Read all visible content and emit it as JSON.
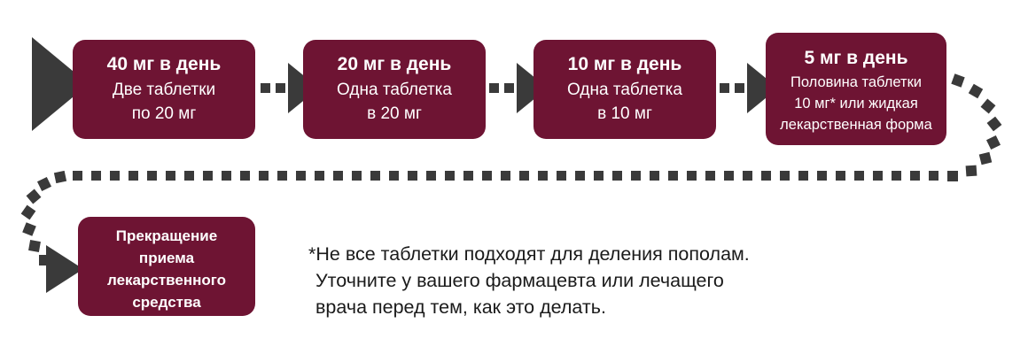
{
  "colors": {
    "box_fill": "#6E1433",
    "arrow_dark": "#3A3A3A",
    "text_on_box": "#FFFFFF",
    "footnote_text": "#1A1A1A",
    "background": "#FFFFFF"
  },
  "diagram": {
    "type": "flowchart",
    "title_semantic": "medication-tapering-schedule",
    "steps": [
      {
        "id": "step-40mg",
        "title": "40 мг в день",
        "lines": [
          "Две таблетки",
          "по 20 мг"
        ]
      },
      {
        "id": "step-20mg",
        "title": "20 мг в день",
        "lines": [
          "Одна таблетка",
          "в 20 мг"
        ]
      },
      {
        "id": "step-10mg",
        "title": "10 мг в день",
        "lines": [
          "Одна таблетка",
          "в 10 мг"
        ]
      },
      {
        "id": "step-5mg",
        "title": "5 мг в день",
        "lines": [
          "Половина таблетки",
          "10 мг* или жидкая",
          "лекарственная форма"
        ]
      }
    ],
    "final_step": {
      "id": "step-stop",
      "lines": [
        "Прекращение",
        "приема",
        "лекарственного",
        "средства"
      ]
    },
    "footnote": {
      "lines": [
        "*Не все таблетки подходят для деления пополам.",
        "Уточните у вашего фармацевта или лечащего",
        "врача перед тем, как это делать."
      ]
    }
  }
}
